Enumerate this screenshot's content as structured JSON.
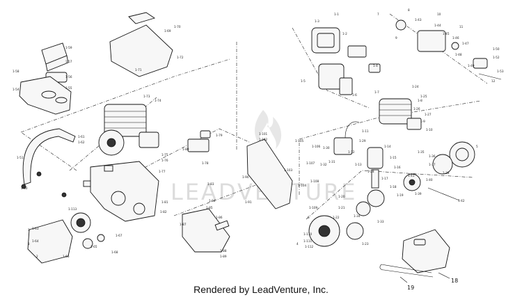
{
  "footer": {
    "text": "Rendered by LeadVenture, Inc."
  },
  "watermark": {
    "text": "LEADVENTURE",
    "icon": "flame-icon",
    "color": "#dcdcdc"
  },
  "callouts": {
    "bar": "19",
    "bar_cover": "18"
  },
  "part_labels": [
    "1-59",
    "1-57",
    "1-56",
    "1-55",
    "1-58",
    "1-54",
    "1-51",
    "1-60",
    "1-61",
    "1-62",
    "1-63",
    "1-64",
    "1-65",
    "1-66",
    "1-67",
    "1-68",
    "1-69",
    "1-70",
    "1-71",
    "1-72",
    "1-73",
    "1-74",
    "1-75",
    "1-76",
    "1-77",
    "1-78",
    "1-79",
    "1-80",
    "1-81",
    "1-82",
    "1-83",
    "1-84",
    "1-85",
    "1-86",
    "1-87",
    "1-88",
    "1-89",
    "1-90",
    "1-91",
    "1-101",
    "1-102",
    "1-103",
    "1-104",
    "1-105",
    "1-106",
    "1-107",
    "1-108",
    "1-109",
    "1-110",
    "1-111",
    "1-112",
    "1-113",
    "1-1",
    "1-2",
    "1-3",
    "1-4",
    "1-5",
    "1-6",
    "1-7",
    "1-8",
    "1-9",
    "1-10",
    "1-11",
    "1-12",
    "1-13",
    "1-14",
    "1-15",
    "1-16",
    "1-17",
    "1-18",
    "1-19",
    "1-20",
    "1-21",
    "1-22",
    "1-23",
    "1-24",
    "1-25",
    "1-26",
    "1-27",
    "1-28",
    "1-29",
    "1-30",
    "1-31",
    "1-32",
    "1-33",
    "1-34",
    "1-35",
    "1-36",
    "1-37",
    "1-38",
    "1-39",
    "1-40",
    "1-41",
    "1-42",
    "1-43",
    "1-44",
    "1-45",
    "1-46",
    "1-47",
    "1-48",
    "1-49",
    "1-50",
    "1-52",
    "1-53",
    "5",
    "8",
    "1",
    "3",
    "2",
    "4",
    "6",
    "7",
    "9",
    "10",
    "11",
    "12"
  ]
}
